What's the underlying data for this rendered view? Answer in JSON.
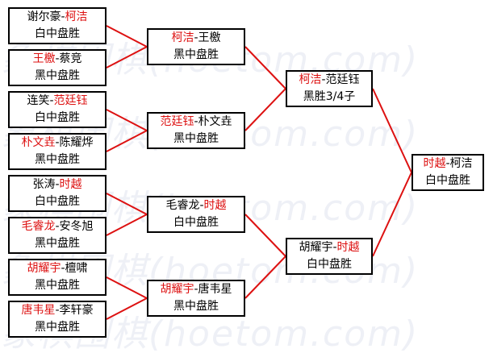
{
  "watermark": "象棋围棋(hoetom.com)",
  "round1": [
    {
      "p1": "谢尔豪",
      "sep": "-",
      "p2": "柯洁",
      "winner": 2,
      "result": "白中盘胜"
    },
    {
      "p1": "王檄",
      "sep": "-",
      "p2": "蔡竞",
      "winner": 1,
      "result": "黑中盘胜"
    },
    {
      "p1": "连笑",
      "sep": "-",
      "p2": "范廷钰",
      "winner": 2,
      "result": "白中盘胜"
    },
    {
      "p1": "朴文垚",
      "sep": "-",
      "p2": "陈耀烨",
      "winner": 1,
      "result": "黑中盘胜"
    },
    {
      "p1": "张涛",
      "sep": "-",
      "p2": "时越",
      "winner": 2,
      "result": "白中盘胜"
    },
    {
      "p1": "毛睿龙",
      "sep": "-",
      "p2": "安冬旭",
      "winner": 1,
      "result": "黑中盘胜"
    },
    {
      "p1": "胡耀宇",
      "sep": "-",
      "p2": "檀啸",
      "winner": 1,
      "result": "黑中盘胜"
    },
    {
      "p1": "唐韦星",
      "sep": "-",
      "p2": "李轩豪",
      "winner": 1,
      "result": "黑中盘胜"
    }
  ],
  "round2": [
    {
      "p1": "柯洁",
      "sep": "-",
      "p2": "王檄",
      "winner": 1,
      "result": "黑中盘胜"
    },
    {
      "p1": "范廷钰",
      "sep": "-",
      "p2": "朴文垚",
      "winner": 1,
      "result": "黑中盘胜"
    },
    {
      "p1": "毛睿龙",
      "sep": "-",
      "p2": "时越",
      "winner": 2,
      "result": "白中盘胜"
    },
    {
      "p1": "胡耀宇",
      "sep": "-",
      "p2": "唐韦星",
      "winner": 1,
      "result": "黑中盘胜"
    }
  ],
  "round3": [
    {
      "p1": "柯洁",
      "sep": "-",
      "p2": "范廷钰",
      "winner": 1,
      "result": "黑胜3/4子"
    },
    {
      "p1": "胡耀宇",
      "sep": "-",
      "p2": "时越",
      "winner": 2,
      "result": "白中盘胜"
    }
  ],
  "final": {
    "p1": "时越",
    "sep": "-",
    "p2": "柯洁",
    "winner": 1,
    "result": "白中盘胜"
  },
  "colors": {
    "winner": "#dd1111",
    "loser": "#000000",
    "line": "#dd1111",
    "border": "#000000",
    "watermark": "#eef0f6"
  }
}
